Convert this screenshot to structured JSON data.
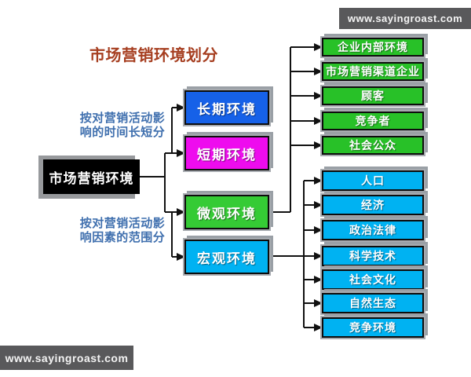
{
  "watermark": {
    "top": "www.sayingroast.com",
    "bottom": "www.sayingroast.com"
  },
  "title": "市场营销环境划分",
  "root": {
    "label": "市场营销环境"
  },
  "criteria": [
    {
      "lines": [
        "按对营销活动影",
        "响的时间长短分"
      ]
    },
    {
      "lines": [
        "按对营销活动影",
        "响因素的范围分"
      ]
    }
  ],
  "level2": [
    {
      "label": "长期环境",
      "color": "#1661e8"
    },
    {
      "label": "短期环境",
      "color": "#ee0cee"
    },
    {
      "label": "微观环境",
      "color": "#35cb35"
    },
    {
      "label": "宏观环境",
      "color": "#00b2f2"
    }
  ],
  "micro_children": [
    "企业内部环境",
    "市场营销渠道企业",
    "顾客",
    "竞争者",
    "社会公众"
  ],
  "macro_children": [
    "人口",
    "经济",
    "政治法律",
    "科学技术",
    "社会文化",
    "自然生态",
    "竞争环境"
  ],
  "colors": {
    "micro_child_bg": "#28c128",
    "macro_child_bg": "#00b2f2",
    "root_bg": "#000000",
    "bar_bg": "#59595b",
    "title_text": "#a63e20",
    "criteria_text": "#3f6fae",
    "connector": "#111111",
    "shadow": "#9aa0a6"
  }
}
